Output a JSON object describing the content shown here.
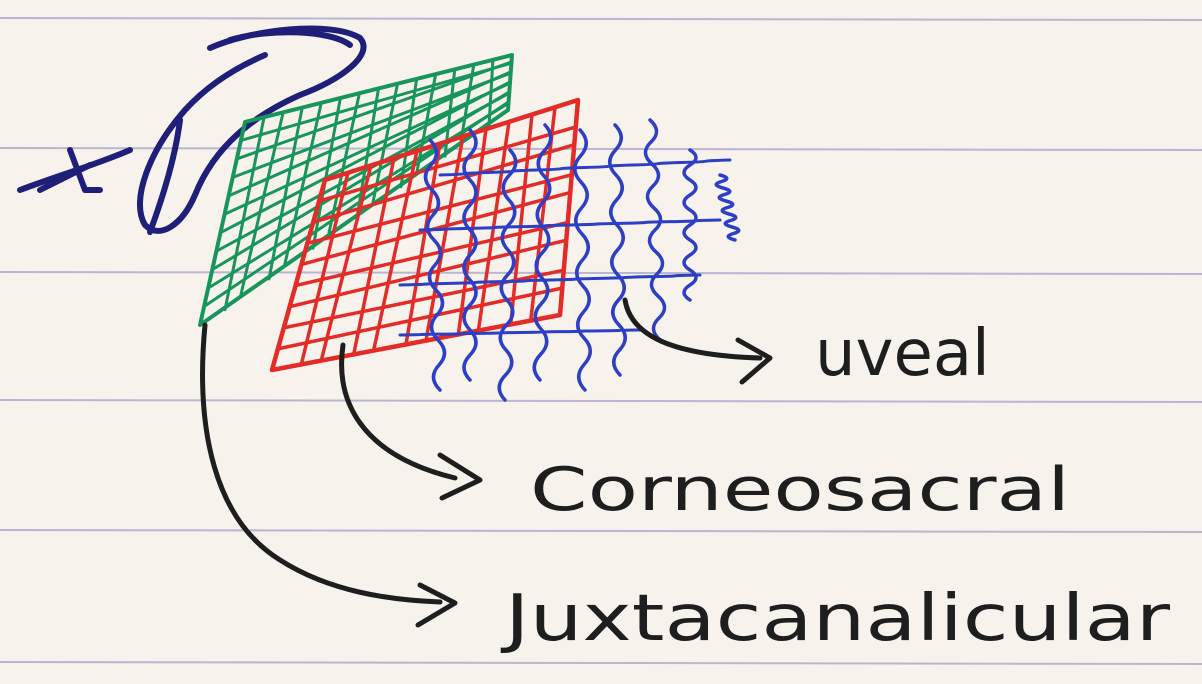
{
  "colors": {
    "paper": "#f7f3ec",
    "rule_line": "#b9b6cf",
    "ink_black": "#1e1e1e",
    "ink_navy": "#1f1f7a",
    "green_mesh": "#18955a",
    "red_mesh": "#e32b27",
    "blue_mesh": "#2d3fc4"
  },
  "layers": [
    {
      "color_name": "green",
      "label": "Juxtacanalicular"
    },
    {
      "color_name": "red",
      "label": "Corneosacral"
    },
    {
      "color_name": "blue",
      "label": "uveal"
    }
  ],
  "labels": {
    "uveal": "uveal",
    "corneoscleral": "Corneosacral",
    "juxtacanalicular": "Juxtacanalicular"
  }
}
